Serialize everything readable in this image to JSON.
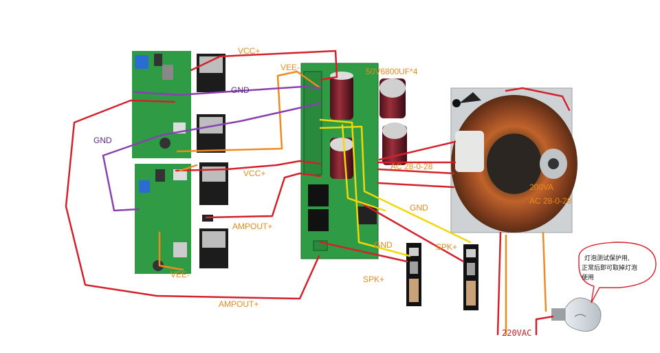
{
  "labels": {
    "vcc_top": "VCC+",
    "vee_top": "VEE-",
    "gnd_mid": "GND",
    "gnd_left": "GND",
    "vcc_mid": "VCC+",
    "ampout_mid": "AMPOUT+",
    "vee_bottom": "VEE-",
    "ampout_bottom": "AMPOUT+",
    "caps": "50V6800UF*4",
    "ac_board": "AC 28-0-28",
    "transformer_va": "200VA",
    "transformer_ac": "AC 28-0-28",
    "gnd_right": "GND",
    "gnd_bottom": "GND",
    "spk_right": "SPK+",
    "spk_left": "SPK+",
    "mains": "220VAC"
  },
  "bubble": {
    "line1": "灯泡测试保护用,",
    "line2": "正常后即可取掉灯泡",
    "line3": "使用"
  },
  "colors": {
    "wire_red": "#d4202a",
    "wire_orange": "#f08a1e",
    "wire_purple": "#8a3fb0",
    "wire_yellow": "#f2d80a",
    "pcb_green": "#2f9b45",
    "cap_body": "#7a1f2a"
  }
}
